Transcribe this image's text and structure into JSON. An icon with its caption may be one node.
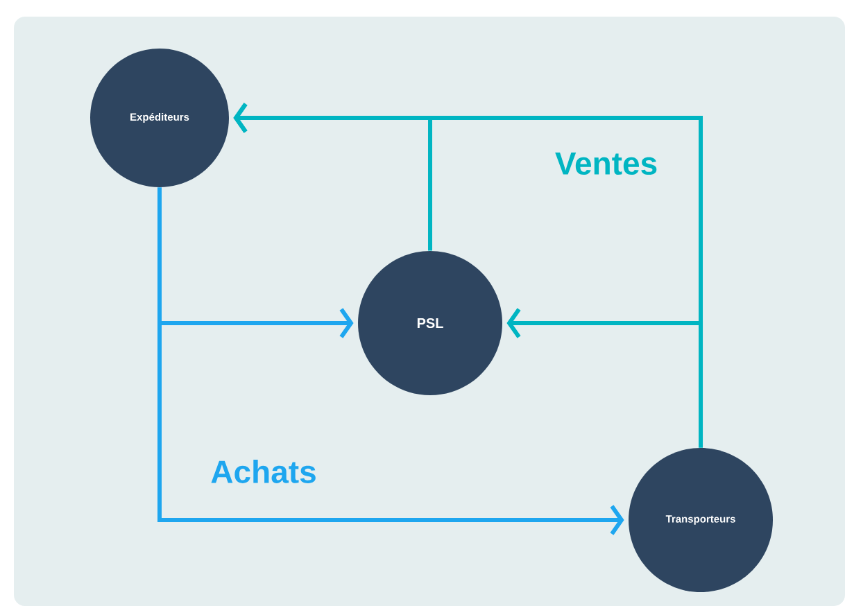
{
  "diagram": {
    "nodes": [
      {
        "text": [
          "Expéditeurs"
        ]
      },
      {
        "text": [
          "PSL"
        ]
      },
      {
        "text": [
          "Transporteurs"
        ]
      }
    ],
    "edges": [
      {
        "from": 0,
        "to": 1,
        "arrow": "to",
        "color": "#1ea6ef"
      },
      {
        "from": 0,
        "to": 2,
        "arrow": "to",
        "color": "#1ea6ef"
      },
      {
        "from": 2,
        "to": 0,
        "arrow": "to"
      },
      {
        "from": 2,
        "to": 1,
        "arrow": "to"
      },
      {
        "from": 1,
        "to": 0,
        "arrow": "to"
      }
    ],
    "labels": [
      "Ventes",
      "Achats"
    ]
  }
}
